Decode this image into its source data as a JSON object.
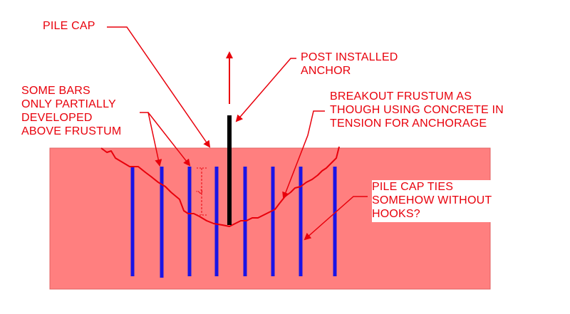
{
  "labels": {
    "pile_cap": [
      "PILE CAP"
    ],
    "anchor": [
      "POST INSTALLED",
      "ANCHOR"
    ],
    "some_bars": [
      "SOME BARS",
      "ONLY PARTIALLY",
      "DEVELOPED",
      "ABOVE FRUSTUM"
    ],
    "breakout": [
      "BREAKOUT FRUSTUM AS",
      "THOUGH USING CONCRETE IN",
      "TENSION FOR ANCHORAGE"
    ],
    "ties": [
      "PILE CAP TIES",
      "SOMEHOW WITHOUT",
      "HOOKS?"
    ],
    "question_mark": "?"
  },
  "colors": {
    "pile_cap_fill": "#ff7f7f",
    "pile_cap_border": "#e06060",
    "annotation": "#e8000b",
    "rebar": "#1a14e6",
    "anchor": "#000000"
  }
}
